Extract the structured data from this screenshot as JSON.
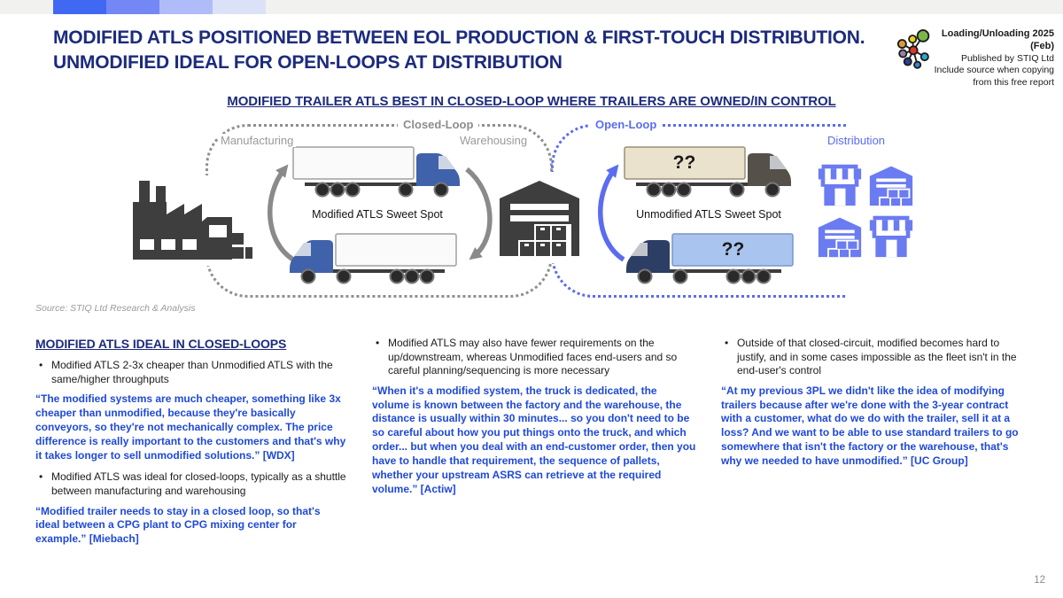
{
  "header": {
    "title_line1": "MODIFIED ATLS POSITIONED BETWEEN EOL PRODUCTION & FIRST-TOUCH DISTRIBUTION.",
    "title_line2": "UNMODIFIED IDEAL FOR OPEN-LOOPS AT DISTRIBUTION"
  },
  "report_badge": {
    "line1": "Loading/Unloading 2025 (Feb)",
    "line2": "Published by STIQ Ltd",
    "line3": "Include source when copying",
    "line4": "from this free report"
  },
  "diagram": {
    "heading": "MODIFIED TRAILER ATLS BEST IN CLOSED-LOOP WHERE TRAILERS ARE OWNED/IN CONTROL",
    "closed_loop_label": "Closed-Loop",
    "open_loop_label": "Open-Loop",
    "manufacturing_label": "Manufacturing",
    "warehousing_label": "Warehousing",
    "distribution_label": "Distribution",
    "modified_spot_label": "Modified ATLS Sweet Spot",
    "unmodified_spot_label": "Unmodified ATLS Sweet Spot",
    "trailer_mark": "??",
    "source": "Source: STIQ Ltd Research & Analysis"
  },
  "columns": {
    "col1": {
      "heading": "MODIFIED ATLS IDEAL IN CLOSED-LOOPS",
      "bullet1": "Modified ATLS 2-3x cheaper than Unmodified ATLS with the same/higher throughputs",
      "quote1": "“The modified systems are much cheaper, something like 3x cheaper than unmodified, because they're basically conveyors, so they're not mechanically complex. The price difference is really important to the customers and that's why it takes longer to sell unmodified solutions.” [WDX]",
      "bullet2": "Modified ATLS was ideal for closed-loops, typically as a shuttle between manufacturing and warehousing",
      "quote2": "“Modified trailer needs to stay in a closed loop, so that's ideal between a CPG plant to CPG mixing center for example.” [Miebach]"
    },
    "col2": {
      "bullet1": "Modified ATLS may also have fewer requirements on the up/downstream, whereas Unmodified faces end-users and so careful planning/sequencing is more necessary",
      "quote1": "“When it's a modified system, the truck is dedicated, the volume is known between the factory and the warehouse, the distance is usually within 30 minutes... so you don't need to be so careful about how you put things onto the truck, and which order... but when you deal with an end-customer order, then you have to handle that requirement, the sequence of pallets, whether your upstream ASRS can retrieve at the required volume.” [Actiw]"
    },
    "col3": {
      "bullet1": "Outside of that closed-circuit, modified becomes hard to justify, and in some cases impossible as the fleet isn't in the end-user's control",
      "quote1": "“At my previous 3PL we didn't like the idea of modifying trailers because after we're done with the 3-year contract with a customer, what do we do with the trailer, sell it at a loss? And we want to be able to use standard trailers to go somewhere that isn't the factory or the warehouse, that's why we needed to have unmodified.” [UC Group]"
    }
  },
  "page_number": "12",
  "colors": {
    "title_navy": "#1c2b7d",
    "quote_blue": "#1f49d7",
    "open_loop_blue": "#5b6cf0",
    "closed_loop_gray": "#8f8f8f",
    "icon_gray": "#3e3e3e",
    "distribution_blue": "#6b7bf2",
    "modified_trailer_white": "#fafafa",
    "modified_cab_blue": "#3f62aa",
    "unmodified_trailer_beige": "#ebe2cd",
    "unmodified_cab_brown": "#56504a",
    "unmodified_trailer_lightblue": "#a9c4ef",
    "unmodified_cab_navy": "#2d3e65",
    "accent_bar": [
      "#4168f2",
      "#7388f5",
      "#b0bcfa",
      "#dbe2f8"
    ]
  }
}
